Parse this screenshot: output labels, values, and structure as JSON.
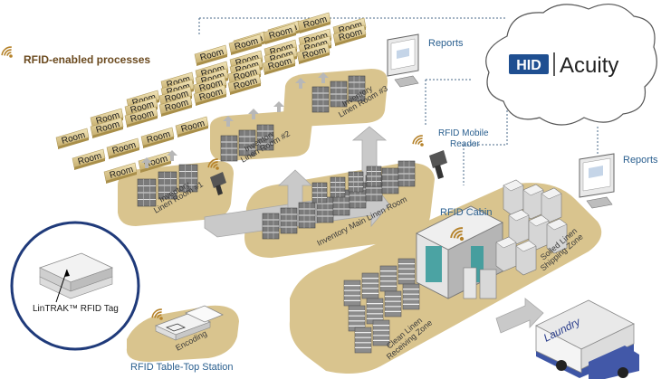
{
  "title": "RFID-enabled processes",
  "hid_logo": {
    "brand": "HID",
    "product": "Acuity"
  },
  "reports_top": "Reports",
  "reports_right": "Reports",
  "mobile_reader": [
    "RFID Mobile",
    "Reader"
  ],
  "cabin": "RFID Cabin",
  "tag_label": "LinTRAK™ RFID Tag",
  "tabletop": "RFID Table-Top Station",
  "encoding": "Encoding",
  "laundry": "Laundry",
  "zones": {
    "inv1": [
      "Inventory",
      "Linen Room #1"
    ],
    "inv2": [
      "Inventory",
      "Linen Room #2"
    ],
    "inv3": [
      "Inventory",
      "Linen Room #3"
    ],
    "main": "Inventory Main Linen Room",
    "soiled": [
      "Soiled Linen",
      "Shipping Zone"
    ],
    "clean": [
      "Clean Linen",
      "Receiving Zone"
    ]
  },
  "room_label": "Room",
  "colors": {
    "platform": "#d9c48e",
    "blue_text": "#2a5f8f",
    "title_text": "#6b4a1f",
    "cloud_stroke": "#555555",
    "hid_blue": "#1f4f91"
  }
}
